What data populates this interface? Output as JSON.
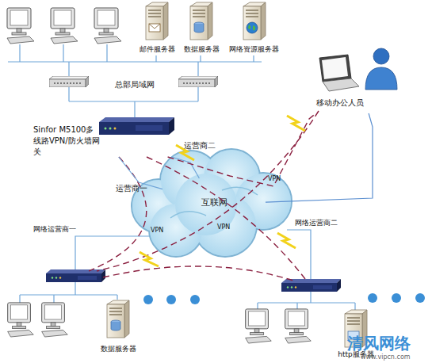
{
  "diagram": {
    "nodes": [
      {
        "text": [
          "邮件服务器"
        ]
      },
      {
        "text": [
          "数据服务器"
        ]
      },
      {
        "text": [
          "网络资源服务器"
        ]
      },
      {
        "text": [
          "Sinfor M5100多线路VPN/防火墙网关"
        ]
      },
      {
        "text": [
          "互联网"
        ]
      },
      {
        "text": [
          "移动办公人员"
        ]
      },
      {
        "text": [
          "数据服务器"
        ]
      },
      {
        "text": [
          "http服务器"
        ]
      }
    ],
    "edges": [
      {
        "from": 3,
        "to": 4,
        "label": "运营商一",
        "arrow": "none"
      },
      {
        "from": 3,
        "to": 4,
        "label": "运营商二",
        "arrow": "none"
      },
      {
        "from": 5,
        "to": 4,
        "arrow": "none"
      },
      {
        "from": 3,
        "to": 5,
        "label": "VPN",
        "arrow": "none"
      }
    ],
    "labels": [
      "总部局域网",
      "网络运营商一",
      "网络运营商二",
      "VPN",
      "VPN",
      "清风网络",
      "www.vipcn.com"
    ]
  }
}
